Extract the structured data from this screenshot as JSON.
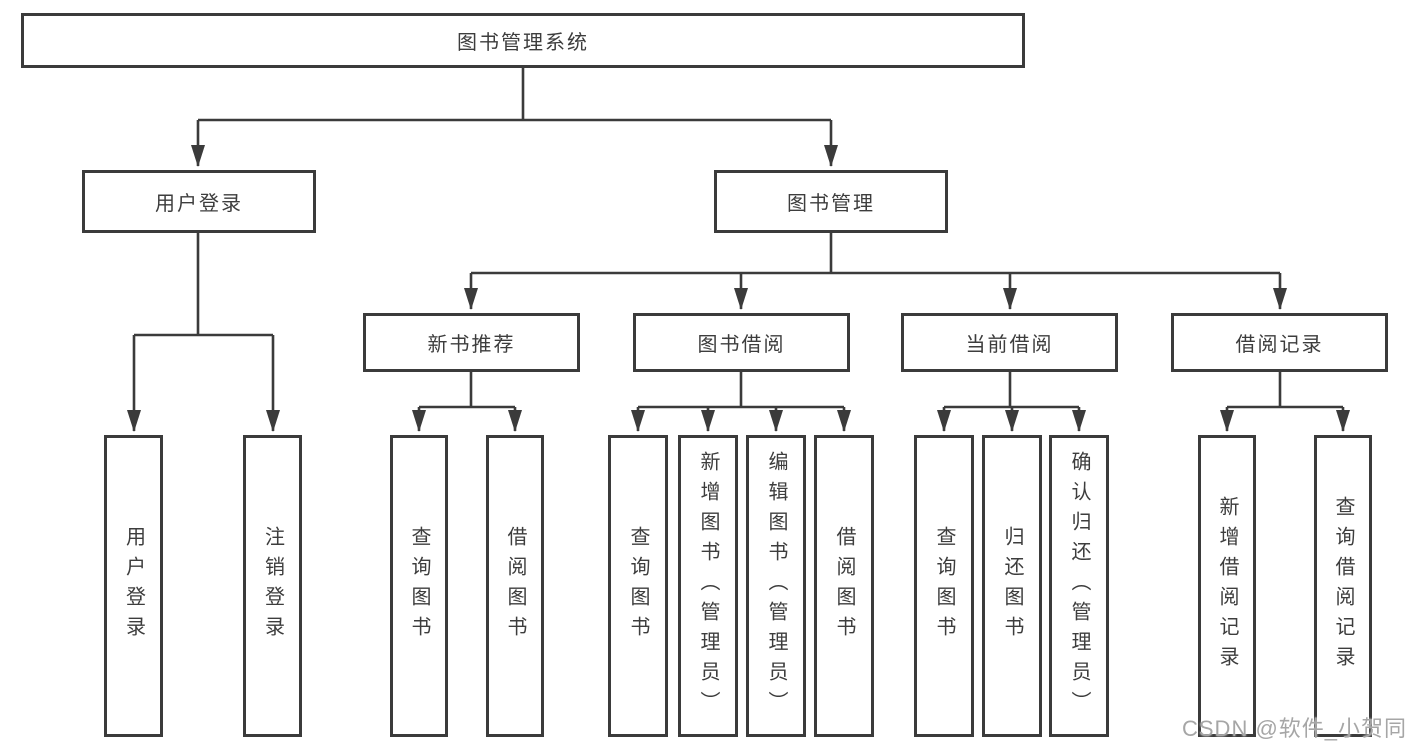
{
  "colors": {
    "line": "#3b3b3b",
    "box_border": "#3b3b3b",
    "text": "#3d3d3d",
    "background": "#ffffff",
    "watermark": "#a6a6a6"
  },
  "root": {
    "label": "图书管理系统"
  },
  "level2": [
    {
      "label": "用户登录"
    },
    {
      "label": "图书管理"
    }
  ],
  "level3": [
    {
      "label": "新书推荐"
    },
    {
      "label": "图书借阅"
    },
    {
      "label": "当前借阅"
    },
    {
      "label": "借阅记录"
    }
  ],
  "leaves": [
    {
      "group": "用户登录",
      "label": "用户登录"
    },
    {
      "group": "用户登录",
      "label": "注销登录"
    },
    {
      "group": "新书推荐",
      "label": "查询图书"
    },
    {
      "group": "新书推荐",
      "label": "借阅图书"
    },
    {
      "group": "图书借阅",
      "label": "查询图书"
    },
    {
      "group": "图书借阅",
      "label": "新增图书（管理员）"
    },
    {
      "group": "图书借阅",
      "label": "编辑图书（管理员）"
    },
    {
      "group": "图书借阅",
      "label": "借阅图书"
    },
    {
      "group": "当前借阅",
      "label": "查询图书"
    },
    {
      "group": "当前借阅",
      "label": "归还图书"
    },
    {
      "group": "当前借阅",
      "label": "确认归还（管理员）"
    },
    {
      "group": "借阅记录",
      "label": "新增借阅记录"
    },
    {
      "group": "借阅记录",
      "label": "查询借阅记录"
    }
  ],
  "watermark": {
    "text": "CSDN @软件_小贺同学"
  }
}
